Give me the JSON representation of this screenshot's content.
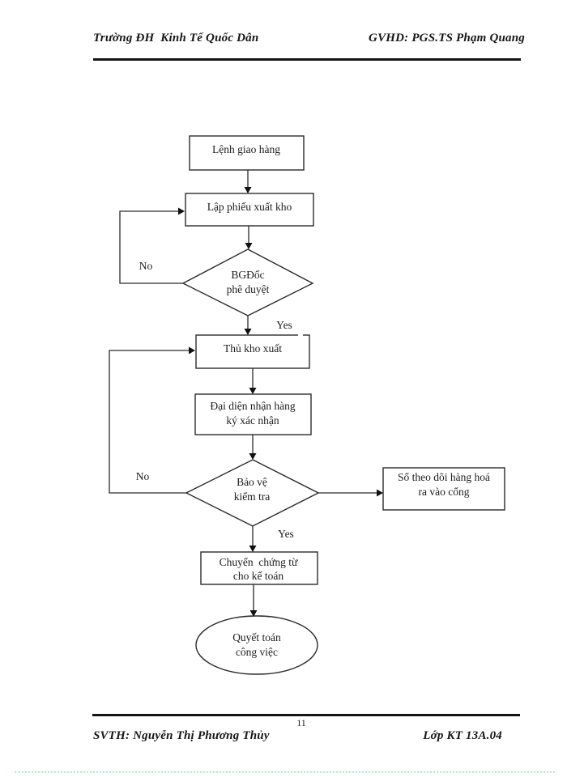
{
  "header": {
    "school": "Trường ĐH  Kinh Tế Quốc Dân",
    "supervisor": "GVHD: PGS.TS Phạm Quang"
  },
  "footer": {
    "page_number": "11",
    "student": "SVTH: Nguyễn Thị Phương Thủy",
    "class_name": "Lớp KT 13A.04"
  },
  "flowchart": {
    "start": {
      "label": "Lệnh giao hàng"
    },
    "create_slip": {
      "label": "Lập phiếu xuất kho"
    },
    "approval": {
      "line1": "BGĐốc",
      "line2": "phê duyệt"
    },
    "warehouse": {
      "label": "Thủ kho xuất"
    },
    "receiver": {
      "line1": "Đại diện nhận hàng",
      "line2": "ký xác nhận"
    },
    "guard": {
      "line1": "Bảo vệ",
      "line2": "kiểm tra"
    },
    "logbook": {
      "line1": "Sổ theo dõi hàng hoá",
      "line2": "ra vào cổng"
    },
    "transfer": {
      "line1": "Chuyển  chứng từ",
      "line2": "cho kế toán"
    },
    "settlement": {
      "line1": "Quyết toán",
      "line2": "công việc"
    },
    "labels": {
      "no1": "No",
      "yes1": "Yes",
      "no2": "No",
      "yes2": "Yes"
    }
  },
  "colors": {
    "ink": "#1c1c1c",
    "rule": "#141414",
    "dotted_green": "#aef0c0",
    "background": "#ffffff"
  }
}
